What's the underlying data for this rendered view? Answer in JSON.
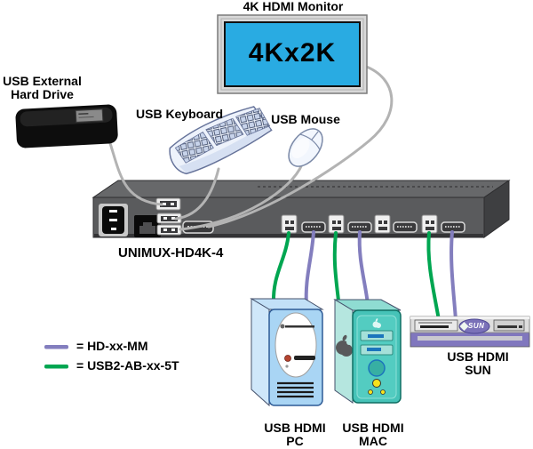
{
  "colors": {
    "hdmi_cable": "#837EBE",
    "usb_cable": "#00A651",
    "console_cable": "#B3B3B3",
    "screen": "#29ABE2"
  },
  "monitor": {
    "title": "4K HDMI Monitor",
    "screen_text": "4Kx2K"
  },
  "hard_drive": {
    "line1": "USB External",
    "line2": "Hard Drive"
  },
  "keyboard": {
    "label": "USB Keyboard"
  },
  "mouse": {
    "label": "USB Mouse"
  },
  "switch": {
    "model": "UNIMUX-HD4K-4"
  },
  "legend": {
    "items": [
      {
        "label": "= HD-xx-MM",
        "color": "#837EBE"
      },
      {
        "label": "= USB2-AB-xx-5T",
        "color": "#00A651"
      }
    ]
  },
  "computers": {
    "pc": {
      "line1": "USB HDMI",
      "line2": "PC"
    },
    "mac": {
      "line1": "USB HDMI",
      "line2": "MAC"
    },
    "sun": {
      "line1": "USB HDMI",
      "line2": "SUN",
      "logo": "SUN"
    }
  }
}
